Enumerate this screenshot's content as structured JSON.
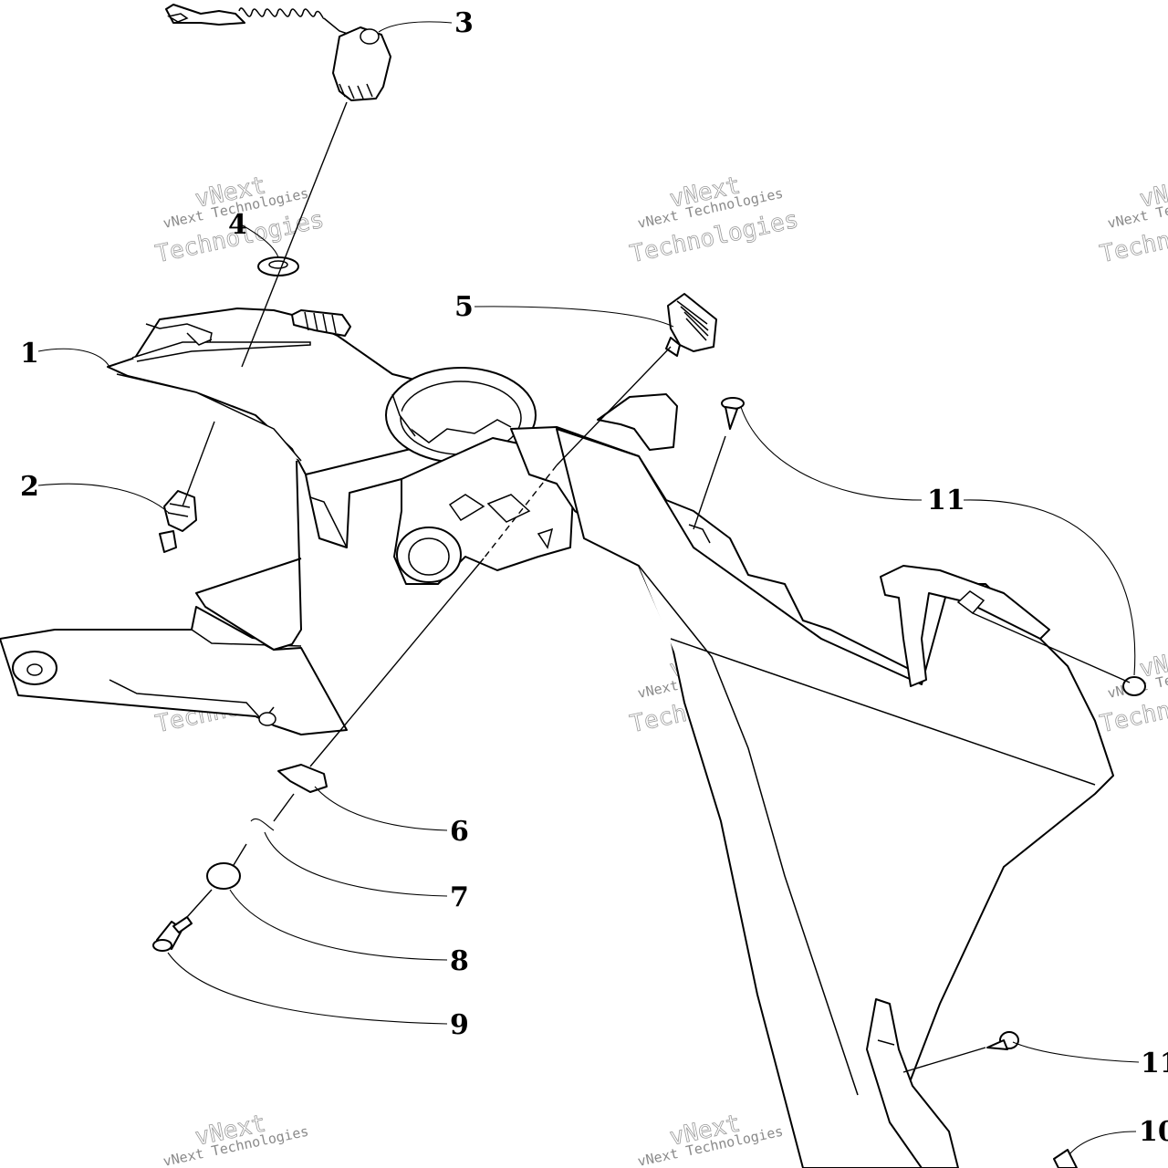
{
  "callouts": {
    "c1": "1",
    "c2": "2",
    "c3": "3",
    "c4": "4",
    "c5": "5",
    "c6": "6",
    "c7": "7",
    "c8": "8",
    "c9": "9",
    "c10": "10",
    "c11_top": "11",
    "c11_bottom": "11"
  },
  "watermark": {
    "line1": "vNext Technologies",
    "line2": "vNext",
    "line3": "Technologies"
  }
}
